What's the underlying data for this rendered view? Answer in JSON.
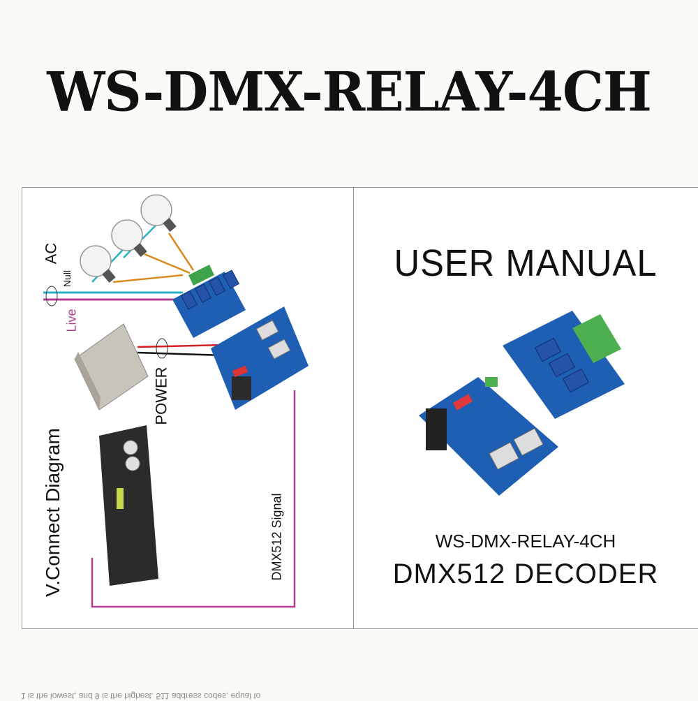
{
  "title": "WS-DMX-RELAY-4CH",
  "diagram": {
    "label_ac": "AC",
    "label_null": "Null",
    "label_live": "Live",
    "label_power": "POWER",
    "label_signal": "DMX512 Signal",
    "label_connect": "V.Connect Diagram"
  },
  "manual": {
    "heading": "USER MANUAL",
    "model": "WS-DMX-RELAY-4CH",
    "subtitle": "DMX512 DECODER"
  },
  "footer": "1 is the lowest, and 9 is the highest. 511 address codes, equal to"
}
